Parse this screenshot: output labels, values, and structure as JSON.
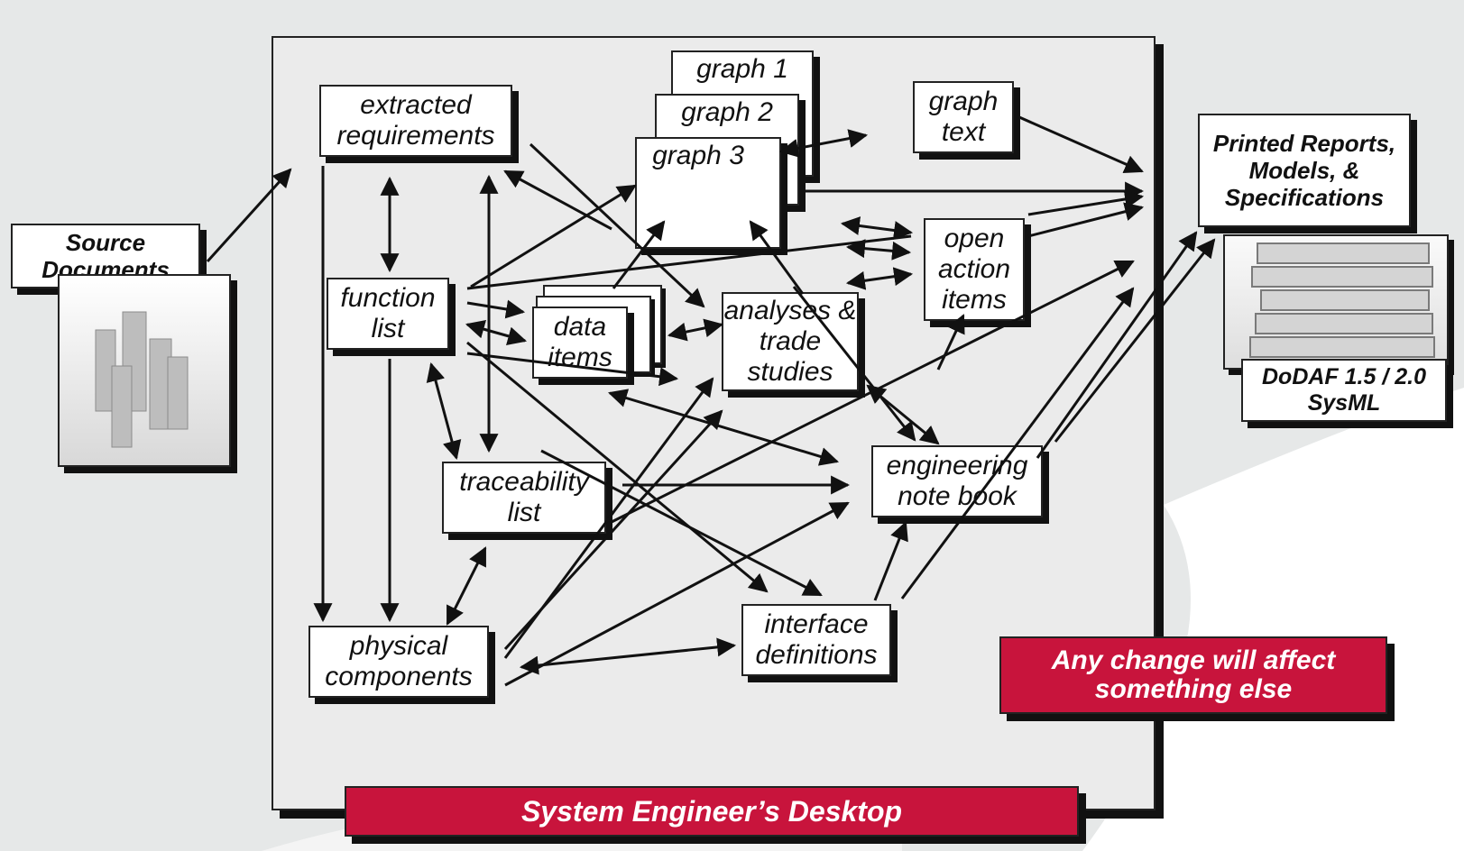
{
  "source": {
    "label": "Source Documents"
  },
  "nodes": {
    "extracted_requirements": "extracted requirements",
    "graph1": "graph 1",
    "graph2": "graph 2",
    "graph3": "graph 3",
    "graph_text": "graph text",
    "function_list": "function list",
    "data_items": "data items",
    "analyses": "analyses & trade studies",
    "open_action_items": "open action items",
    "traceability_list": "traceability list",
    "engineering_note_book": "engineering note book",
    "physical_components": "physical components",
    "interface_definitions": "interface definitions"
  },
  "outputs": {
    "printed": "Printed Reports, Models, & Specifications",
    "dodaf": "DoDAF 1.5 / 2.0 SysML"
  },
  "banners": {
    "desktop": "System Engineer’s Desktop",
    "change": "Any change will affect something else"
  },
  "colors": {
    "banner": "#c8143c",
    "background": "#e6e8e8",
    "desktop": "#ebebeb"
  }
}
